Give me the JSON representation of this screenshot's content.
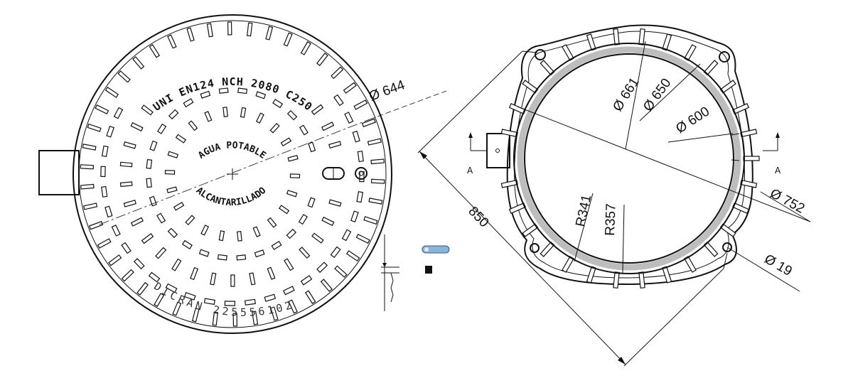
{
  "cover": {
    "embossed_top": "UNI EN124 NCH 2080 C250",
    "embossed_mid": "AGUA POTABLE",
    "embossed_low": "ALCANTARILLADO",
    "maker_stamp": "DICRAN 225556102",
    "diameter_label": "Ø 644"
  },
  "frame": {
    "dim_overall": "850",
    "dim_d661": "Ø 661",
    "dim_d650": "Ø 650",
    "dim_d600": "Ø 600",
    "dim_d752": "Ø 752",
    "dim_d19": "Ø 19",
    "dim_r341": "R341",
    "dim_r357": "R357",
    "section_mark_left": "A",
    "section_mark_right": "A"
  }
}
